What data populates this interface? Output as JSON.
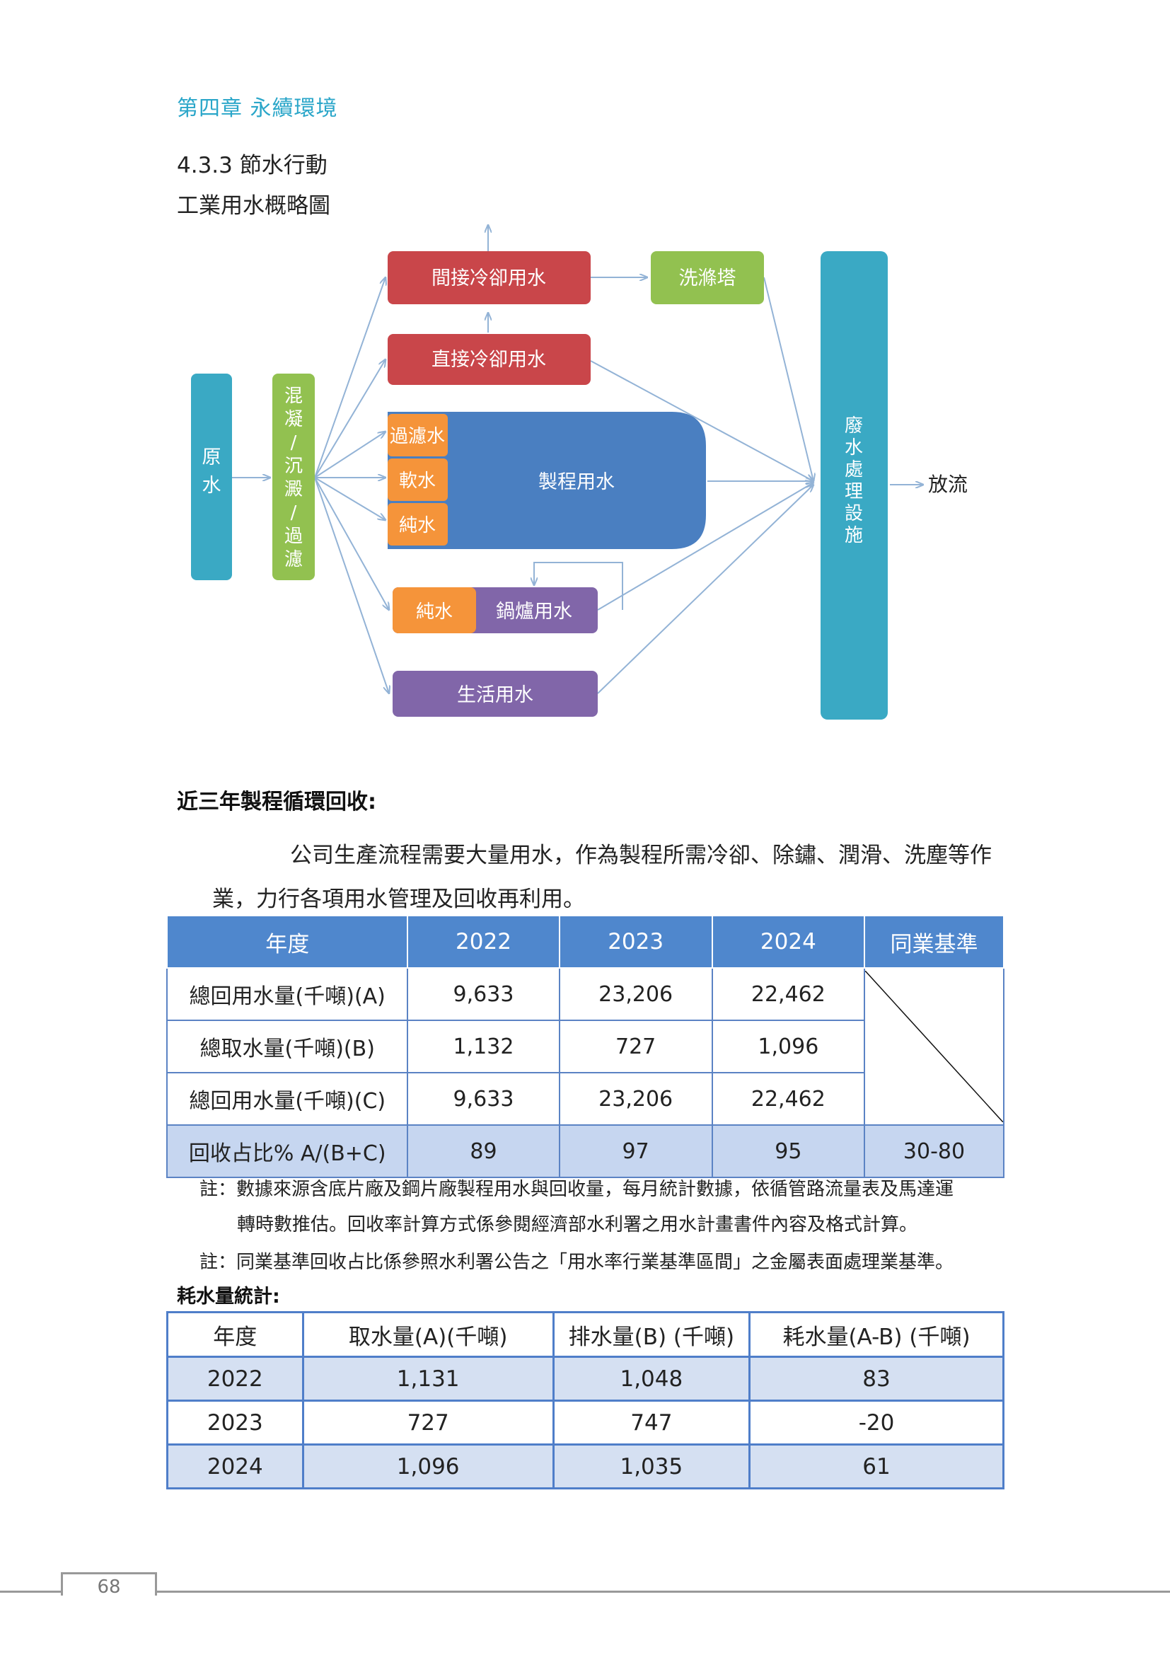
{
  "header": {
    "chapter": "第四章  永續環境"
  },
  "section": {
    "title": "4.3.3 節水行動",
    "figure_title": "工業用水概略圖"
  },
  "diagram": {
    "raw_water": "原水",
    "pretreat": [
      "混",
      "凝",
      "/",
      "沉",
      "澱",
      "/",
      "過",
      "濾"
    ],
    "indirect_cooling": "間接冷卻用水",
    "cooling_tower": "洗滌塔",
    "direct_cooling": "直接冷卻用水",
    "filtered_water": "過濾水",
    "soft_water": "軟水",
    "pure_water": "純水",
    "process_water": "製程用水",
    "boiler_pure_water": "純水",
    "boiler_water": "鍋爐用水",
    "domestic_water": "生活用水",
    "wastewater": [
      "廢",
      "水",
      "處",
      "理",
      "設",
      "施"
    ],
    "discharge": "放流",
    "colors": {
      "teal": "#3aa9c4",
      "green": "#92c150",
      "red": "#c9464a",
      "blue": "#4a7fc1",
      "orange": "#f5943a",
      "purple": "#8166a9",
      "arrow": "#93b3d6"
    }
  },
  "recycle": {
    "heading": "近三年製程循環回收:",
    "paragraph": "公司生產流程需要大量用水，作為製程所需冷卻、除鏽、潤滑、洗塵等作業，力行各項用水管理及回收再利用。",
    "headers": [
      "年度",
      "2022",
      "2023",
      "2024",
      "同業基準"
    ],
    "rows": [
      {
        "label": "總回用水量(千噸)(A)",
        "values": [
          "9,633",
          "23,206",
          "22,462"
        ]
      },
      {
        "label": "總取水量(千噸)(B)",
        "values": [
          "1,132",
          "727",
          "1,096"
        ]
      },
      {
        "label": "總回用水量(千噸)(C)",
        "values": [
          "9,633",
          "23,206",
          "22,462"
        ]
      },
      {
        "label": "回收占比% A/(B+C)",
        "values": [
          "89",
          "97",
          "95"
        ],
        "benchmark": "30-80"
      }
    ],
    "note1": "註：數據來源含底片廠及鋼片廠製程用水與回收量，每月統計數據，依循管路流量表及馬達運",
    "note2": "轉時數推估。回收率計算方式係參閱經濟部水利署之用水計畫書件內容及格式計算。",
    "note3": "註：同業基準回收占比係參照水利署公告之「用水率行業基準區間」之金屬表面處理業基準。"
  },
  "consumption": {
    "heading": "耗水量統計:",
    "headers": [
      "年度",
      "取水量(A)(千噸)",
      "排水量(B) (千噸)",
      "耗水量(A-B) (千噸)"
    ],
    "rows": [
      [
        "2022",
        "1,131",
        "1,048",
        "83"
      ],
      [
        "2023",
        "727",
        "747",
        "-20"
      ],
      [
        "2024",
        "1,096",
        "1,035",
        "61"
      ]
    ]
  },
  "footer": {
    "page": "68"
  }
}
